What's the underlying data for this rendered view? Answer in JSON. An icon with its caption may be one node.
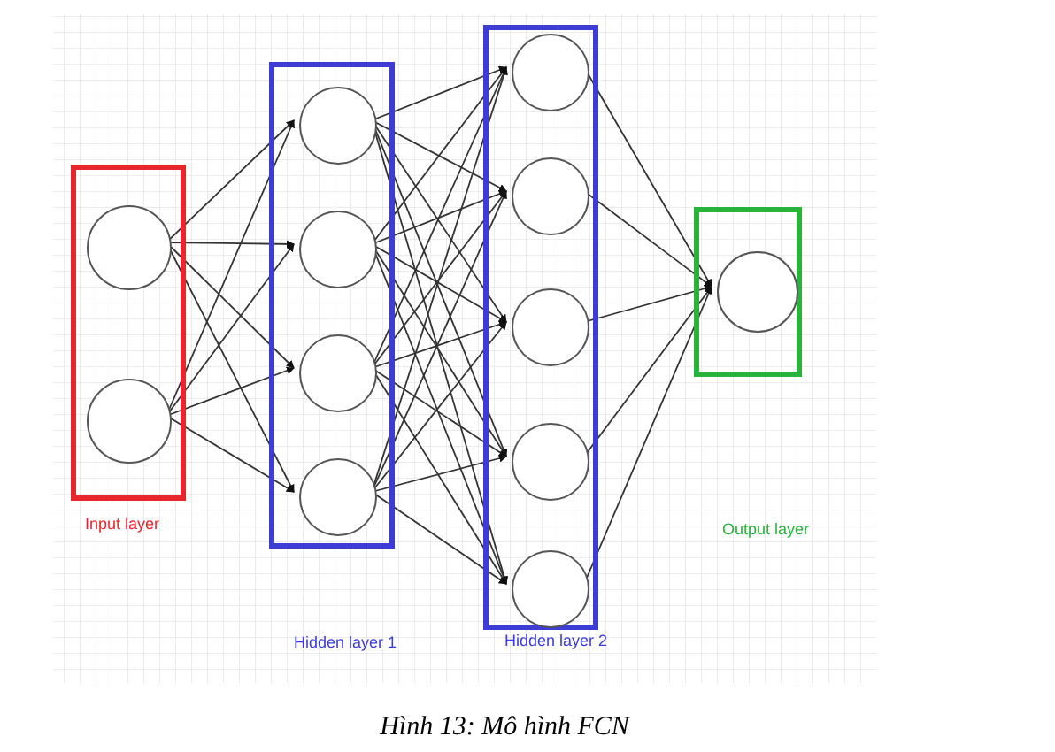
{
  "diagram": {
    "caption": "Hình 13: Mô hình FCN",
    "nodes": [
      {
        "text": [
          "Input layer"
        ]
      },
      {
        "text": [],
        "shape": "circle",
        "in": 0
      },
      {
        "text": [],
        "shape": "circle",
        "in": 0
      },
      {
        "text": [],
        "shape": "box"
      },
      {
        "text": [],
        "shape": "circle",
        "in": 3
      },
      {
        "text": [],
        "shape": "circle",
        "in": 3
      },
      {
        "text": [],
        "shape": "circle",
        "in": 3
      },
      {
        "text": [],
        "shape": "circle",
        "in": 3
      },
      {
        "text": [
          "Hidden layer 2"
        ]
      },
      {
        "text": [],
        "shape": "circle",
        "in": 8
      },
      {
        "text": [],
        "shape": "circle",
        "in": 8
      },
      {
        "text": [],
        "shape": "circle",
        "in": 8
      },
      {
        "text": [],
        "shape": "circle",
        "in": 8
      },
      {
        "text": [],
        "shape": "circle",
        "in": 8
      },
      {
        "text": [],
        "shape": "box"
      },
      {
        "text": [],
        "shape": "circle",
        "in": 14
      }
    ],
    "edges": [
      {
        "from": 1,
        "to": 4,
        "arrow": "to"
      },
      {
        "from": 1,
        "to": 5,
        "arrow": "to"
      },
      {
        "from": 1,
        "to": 6,
        "arrow": "to"
      },
      {
        "from": 1,
        "to": 7,
        "arrow": "to"
      },
      {
        "from": 2,
        "to": 4,
        "arrow": "to"
      },
      {
        "from": 2,
        "to": 5,
        "arrow": "to"
      },
      {
        "from": 2,
        "to": 6,
        "arrow": "to"
      },
      {
        "from": 2,
        "to": 7,
        "arrow": "to"
      },
      {
        "from": 4,
        "to": 9,
        "arrow": "to"
      },
      {
        "from": 4,
        "to": 10,
        "arrow": "to"
      },
      {
        "from": 4,
        "to": 11,
        "arrow": "to"
      },
      {
        "from": 4,
        "to": 12,
        "arrow": "to"
      },
      {
        "from": 4,
        "to": 13,
        "arrow": "to"
      },
      {
        "from": 5,
        "to": 9,
        "arrow": "to"
      },
      {
        "from": 5,
        "to": 10,
        "arrow": "to"
      },
      {
        "from": 5,
        "to": 11,
        "arrow": "to"
      },
      {
        "from": 5,
        "to": 12,
        "arrow": "to"
      },
      {
        "from": 5,
        "to": 13,
        "arrow": "to"
      },
      {
        "from": 6,
        "to": 9,
        "arrow": "to"
      },
      {
        "from": 6,
        "to": 10,
        "arrow": "to"
      },
      {
        "from": 6,
        "to": 11,
        "arrow": "to"
      },
      {
        "from": 6,
        "to": 12,
        "arrow": "to"
      },
      {
        "from": 6,
        "to": 13,
        "arrow": "to"
      },
      {
        "from": 7,
        "to": 9,
        "arrow": "to"
      },
      {
        "from": 7,
        "to": 10,
        "arrow": "to"
      },
      {
        "from": 7,
        "to": 11,
        "arrow": "to"
      },
      {
        "from": 7,
        "to": 12,
        "arrow": "to"
      },
      {
        "from": 7,
        "to": 13,
        "arrow": "to"
      },
      {
        "from": 9,
        "to": 15,
        "arrow": "to"
      },
      {
        "from": 10,
        "to": 15,
        "arrow": "to"
      },
      {
        "from": 11,
        "to": 15,
        "arrow": "to"
      },
      {
        "from": 12,
        "to": 15,
        "arrow": "to"
      },
      {
        "from": 13,
        "to": 15,
        "arrow": "to"
      }
    ],
    "labels": [
      "Output layer",
      "Hidden layer 1"
    ]
  }
}
